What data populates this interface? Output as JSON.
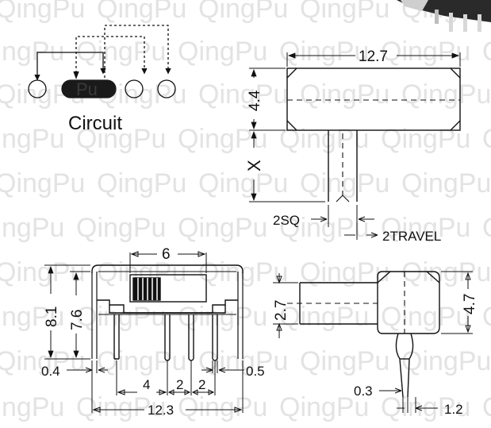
{
  "watermark": {
    "text": "QingPu",
    "color": "#e3e3e3"
  },
  "circuit": {
    "label": "Circuit",
    "switch_text": "Pu"
  },
  "top_view": {
    "width": "12.7",
    "height": "4.4",
    "lever_length": "X",
    "lever_square": "2SQ",
    "travel": "2TRAVEL"
  },
  "front_view": {
    "lever_width": "6",
    "overall_height": "8.1",
    "pin_height": "7.6",
    "pin_width": "0.4",
    "pin_gap": "0.5",
    "pitch_outer": "4",
    "pitch_a": "2",
    "pitch_b": "2",
    "overall_width": "12.3"
  },
  "side_view": {
    "lever_height": "2.7",
    "body_height": "4.7",
    "pin_thickness": "0.3",
    "pin_offset": "1.2"
  },
  "colors": {
    "ink": "#111111",
    "switch_fill": "#1a1a1a"
  }
}
